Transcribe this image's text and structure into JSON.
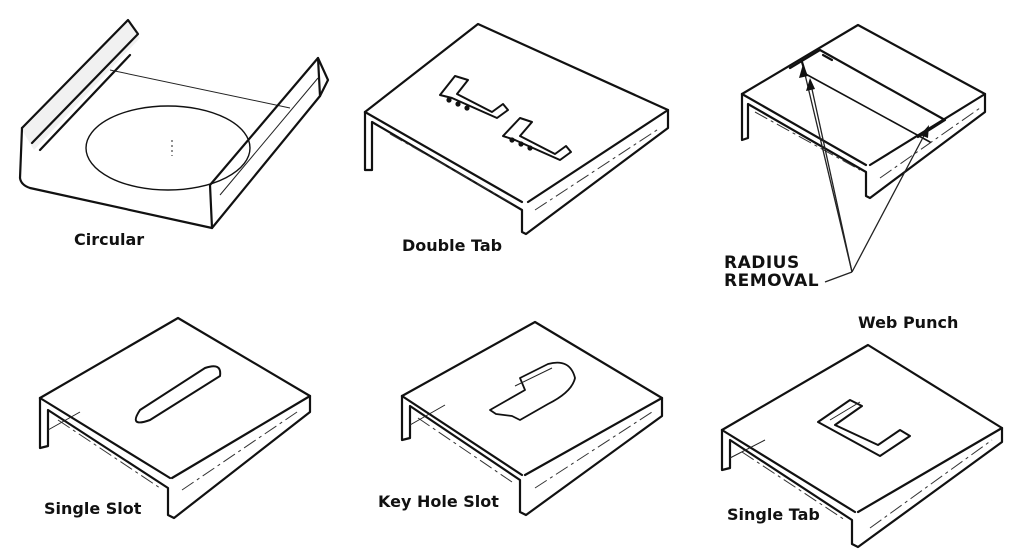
{
  "labels": {
    "circular": "Circular",
    "double_tab": "Double Tab",
    "radius_removal_line1": "RADIUS",
    "radius_removal_line2": "REMOVAL",
    "web_punch": "Web Punch",
    "single_slot": "Single Slot",
    "key_hole_slot": "Key Hole Slot",
    "single_tab": "Single Tab"
  }
}
